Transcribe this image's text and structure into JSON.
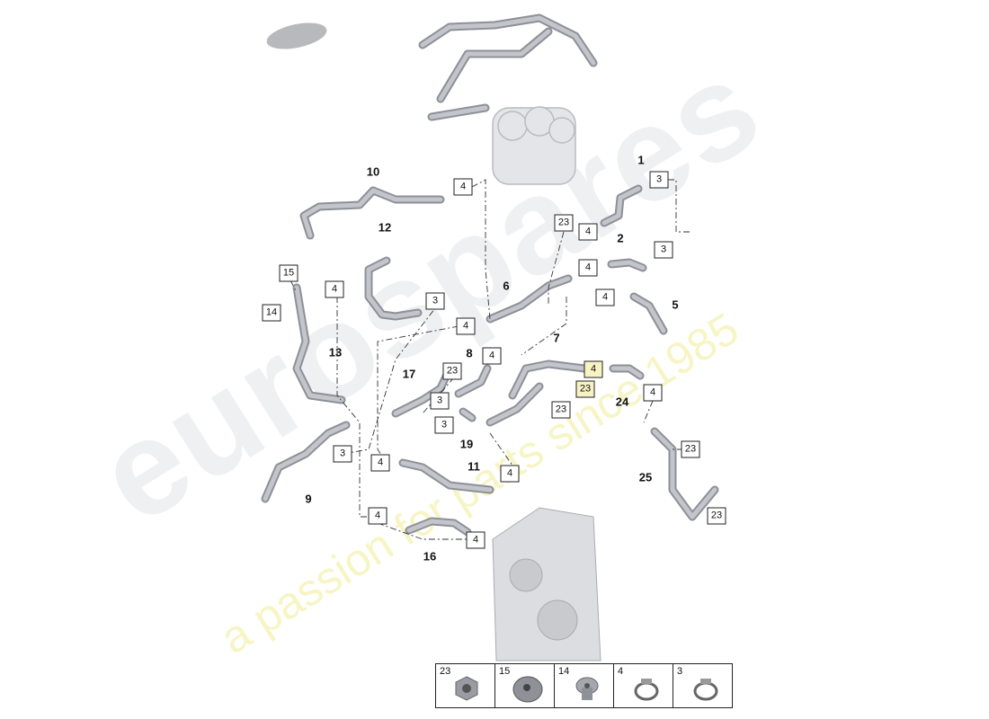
{
  "watermark": {
    "brand": "eurospares",
    "tagline": "a passion for parts since 1985"
  },
  "callouts": {
    "numbers": [
      "10",
      "1",
      "12",
      "2",
      "6",
      "5",
      "13",
      "8",
      "7",
      "17",
      "24",
      "19",
      "11",
      "25",
      "9",
      "16"
    ],
    "boxes": [
      "4",
      "3",
      "23",
      "4",
      "3",
      "4",
      "15",
      "4",
      "3",
      "4",
      "14",
      "4",
      "4",
      "23",
      "4",
      "23",
      "3",
      "4",
      "23",
      "3",
      "3",
      "23",
      "4",
      "4",
      "23",
      "4",
      "4"
    ]
  },
  "legend": {
    "items": [
      {
        "label": "23",
        "icon": "nut-icon"
      },
      {
        "label": "15",
        "icon": "grommet-icon"
      },
      {
        "label": "14",
        "icon": "plug-icon"
      },
      {
        "label": "4",
        "icon": "hose-clamp-icon"
      },
      {
        "label": "3",
        "icon": "hose-clamp-icon"
      }
    ]
  },
  "colors": {
    "hose": "#8e9099",
    "highlight_box": "#f7f3c4",
    "watermark_brand": "#e1e3e8",
    "watermark_tagline": "#f0ec96"
  }
}
